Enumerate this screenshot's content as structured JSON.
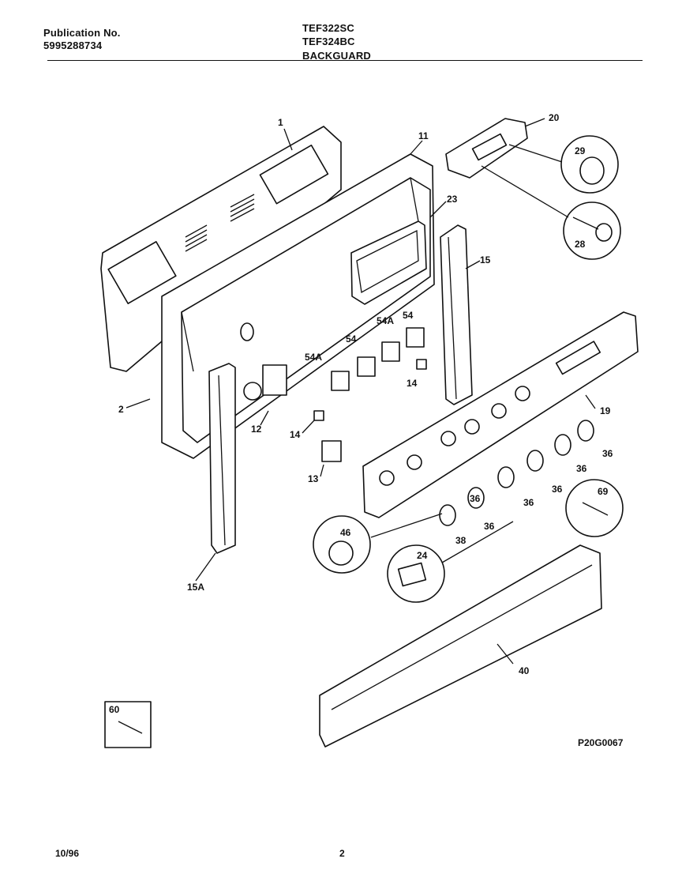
{
  "header": {
    "publication_label": "Publication No.",
    "publication_number": "5995288734",
    "model_1": "TEF322SC",
    "model_2": "TEF324BC",
    "section": "BACKGUARD"
  },
  "diagram_code": "P20G0067",
  "footer": {
    "date": "10/96",
    "page": "2"
  },
  "callouts": [
    {
      "id": "c1",
      "label": "1"
    },
    {
      "id": "c11",
      "label": "11"
    },
    {
      "id": "c20",
      "label": "20"
    },
    {
      "id": "c29",
      "label": "29"
    },
    {
      "id": "c23",
      "label": "23"
    },
    {
      "id": "c28",
      "label": "28"
    },
    {
      "id": "c15",
      "label": "15"
    },
    {
      "id": "c54a_top",
      "label": "54A"
    },
    {
      "id": "c54_top",
      "label": "54"
    },
    {
      "id": "c54",
      "label": "54"
    },
    {
      "id": "c54a",
      "label": "54A"
    },
    {
      "id": "c14a",
      "label": "14"
    },
    {
      "id": "c19",
      "label": "19"
    },
    {
      "id": "c2",
      "label": "2"
    },
    {
      "id": "c12",
      "label": "12"
    },
    {
      "id": "c14b",
      "label": "14"
    },
    {
      "id": "c36a",
      "label": "36"
    },
    {
      "id": "c36b",
      "label": "36"
    },
    {
      "id": "c36c",
      "label": "36"
    },
    {
      "id": "c36d",
      "label": "36"
    },
    {
      "id": "c36e",
      "label": "36"
    },
    {
      "id": "c36f",
      "label": "36"
    },
    {
      "id": "c38",
      "label": "38"
    },
    {
      "id": "c13",
      "label": "13"
    },
    {
      "id": "c69",
      "label": "69"
    },
    {
      "id": "c46",
      "label": "46"
    },
    {
      "id": "c24",
      "label": "24"
    },
    {
      "id": "c15a",
      "label": "15A"
    },
    {
      "id": "c40",
      "label": "40"
    },
    {
      "id": "c60",
      "label": "60"
    }
  ]
}
